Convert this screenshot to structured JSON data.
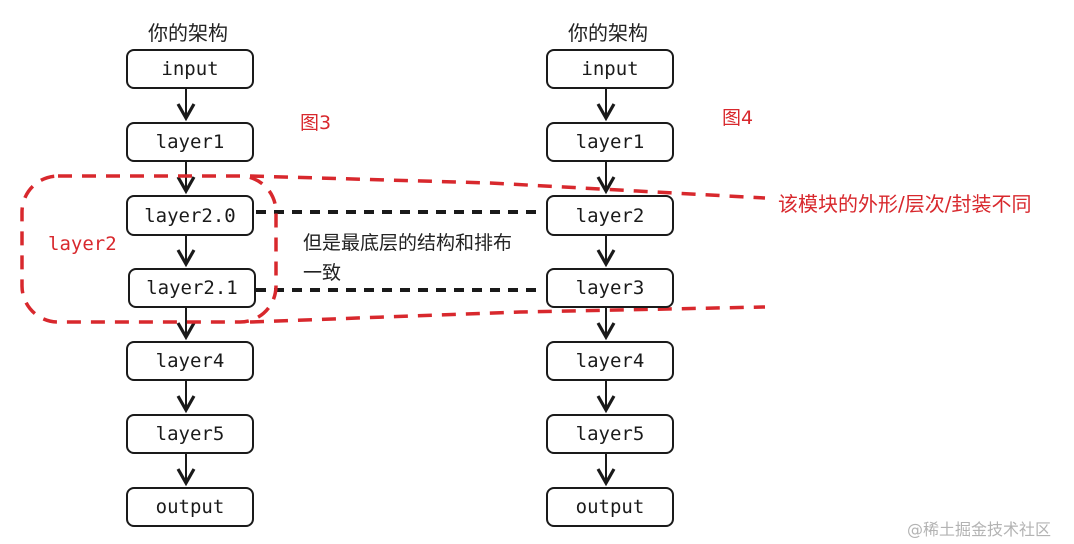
{
  "left_column": {
    "title": "你的架构",
    "figure_label": "图3",
    "group_label": "layer2",
    "nodes": [
      "input",
      "layer1",
      "layer2.0",
      "layer2.1",
      "layer4",
      "layer5",
      "output"
    ]
  },
  "right_column": {
    "title": "你的架构",
    "figure_label": "图4",
    "nodes": [
      "input",
      "layer1",
      "layer2",
      "layer3",
      "layer4",
      "layer5",
      "output"
    ]
  },
  "annotations": {
    "difference_note": "该模块的外形/层次/封装不同",
    "same_note_line1": "但是最底层的结构和排布",
    "same_note_line2": "一致"
  },
  "watermark": "@稀土掘金技术社区",
  "colors": {
    "red": "#d8282d",
    "black": "#1a1a1a"
  }
}
